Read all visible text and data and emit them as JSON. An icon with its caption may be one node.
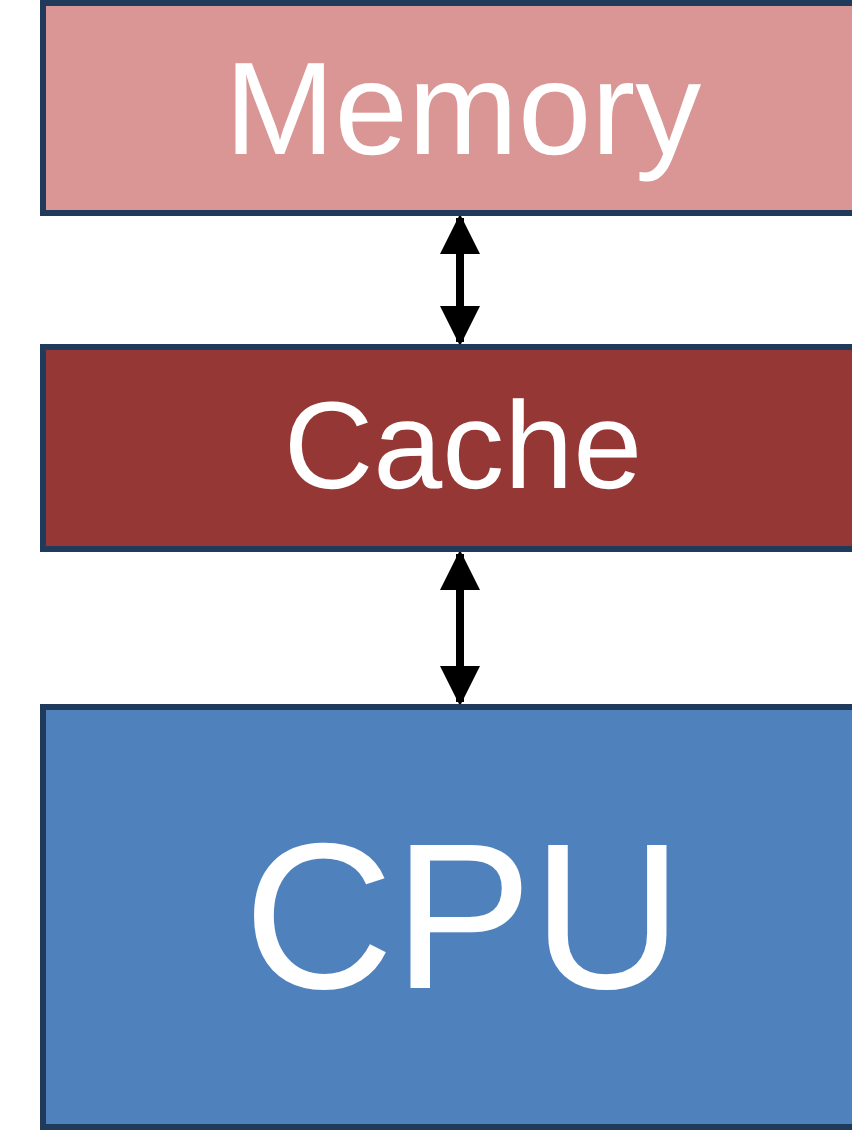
{
  "diagram": {
    "nodes": [
      {
        "text": [
          "Memory"
        ]
      },
      {
        "text": [
          "Cache"
        ]
      },
      {
        "text": [
          "CPU"
        ]
      }
    ],
    "edges": [
      {
        "from": 0,
        "to": 1,
        "arrow": "both"
      },
      {
        "from": 1,
        "to": 2,
        "arrow": "both"
      }
    ]
  }
}
